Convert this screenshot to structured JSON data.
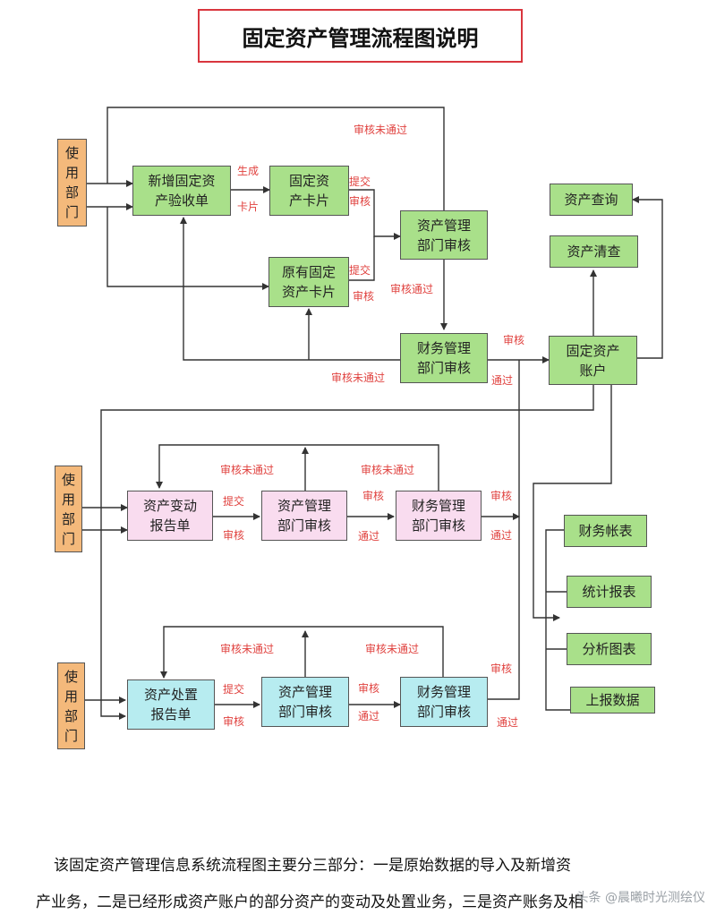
{
  "title": "固定资产管理流程图说明",
  "nodes": {
    "dept1": "使\n用\n部\n门",
    "dept2": "使\n用\n部\n门",
    "dept3": "使\n用\n部\n门",
    "new_asset": "新增固定资\n产验收单",
    "asset_card": "固定资\n产卡片",
    "existing_card": "原有固定\n资产卡片",
    "am_review1": "资产管理\n部门审核",
    "fin_review1": "财务管理\n部门审核",
    "fixed_account": "固定资产\n账户",
    "asset_query": "资产查询",
    "asset_check": "资产清查",
    "change_report": "资产变动\n报告单",
    "am_review2": "资产管理\n部门审核",
    "fin_review2": "财务管理\n部门审核",
    "dispose_report": "资产处置\n报告单",
    "am_review3": "资产管理\n部门审核",
    "fin_review3": "财务管理\n部门审核",
    "fin_ledger": "财务帐表",
    "stat_report": "统计报表",
    "analysis_chart": "分析图表",
    "upload_data": "上报数据"
  },
  "labels": {
    "generate": "生成",
    "card": "卡片",
    "submit": "提交",
    "review": "审核",
    "not_passed": "审核未通过",
    "passed": "审核通过",
    "pass": "通过"
  },
  "description": {
    "line1": "该固定资产管理信息系统流程图主要分三部分：一是原始数据的导入及新增资",
    "line2": "产业务，二是已经形成资产账户的部分资产的变动及处置业务，三是资产账务及相"
  },
  "watermark": "头条 @晨曦时光测绘仪"
}
